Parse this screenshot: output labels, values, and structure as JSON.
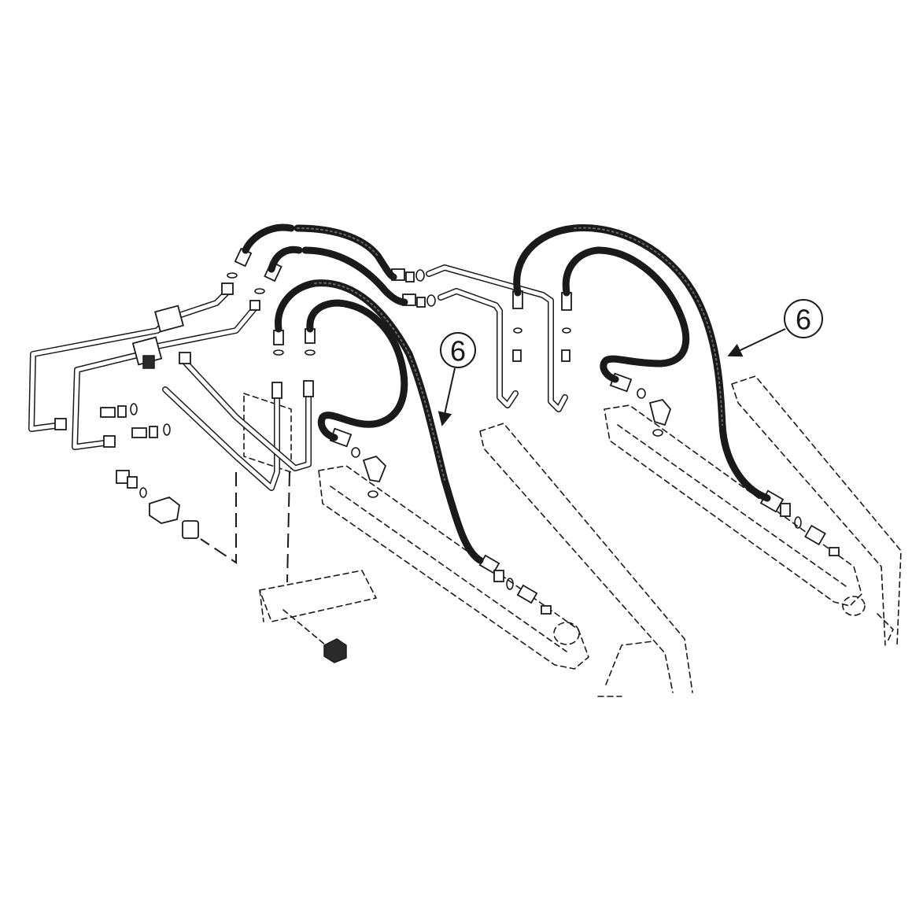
{
  "callouts": [
    {
      "id": "left",
      "label": "6"
    },
    {
      "id": "right",
      "label": "6"
    }
  ],
  "colors": {
    "ink": "#1a1a1a",
    "background": "#ffffff"
  }
}
